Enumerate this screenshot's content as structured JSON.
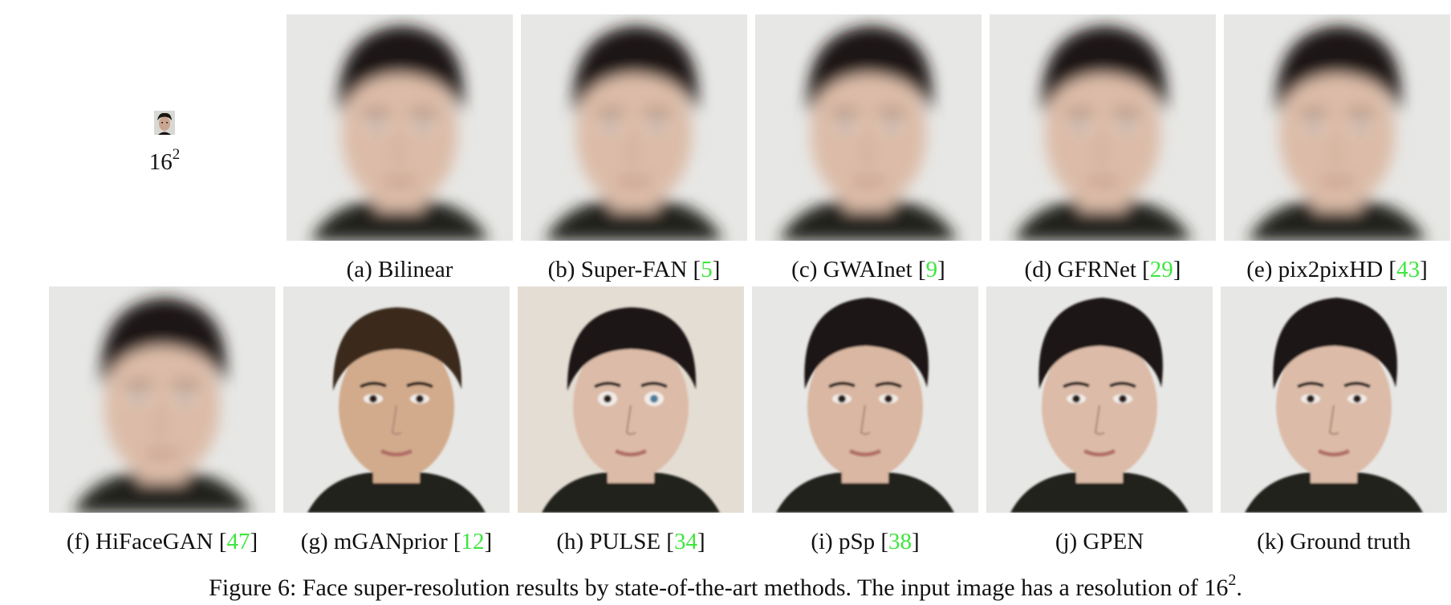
{
  "input": {
    "label_base": "16",
    "label_exp": "2"
  },
  "panels": [
    {
      "id": "a",
      "prefix": "(a) Bilinear",
      "cite": "",
      "suffix": "",
      "style": "blur"
    },
    {
      "id": "b",
      "prefix": "(b) Super-FAN [",
      "cite": "5",
      "suffix": "]",
      "style": "blur"
    },
    {
      "id": "c",
      "prefix": "(c) GWAInet [",
      "cite": "9",
      "suffix": "]",
      "style": "blur"
    },
    {
      "id": "d",
      "prefix": "(d) GFRNet [",
      "cite": "29",
      "suffix": "]",
      "style": "blur"
    },
    {
      "id": "e",
      "prefix": "(e) pix2pixHD [",
      "cite": "43",
      "suffix": "]",
      "style": "blur-eyes"
    },
    {
      "id": "f",
      "prefix": "(f) HiFaceGAN [",
      "cite": "47",
      "suffix": "]",
      "style": "blur-eyes"
    },
    {
      "id": "g",
      "prefix": "(g) mGANprior [",
      "cite": "12",
      "suffix": "]",
      "style": "sharp-old"
    },
    {
      "id": "h",
      "prefix": "(h) PULSE [",
      "cite": "34",
      "suffix": "]",
      "style": "sharp-wide"
    },
    {
      "id": "i",
      "prefix": "(i) pSp [",
      "cite": "38",
      "suffix": "]",
      "style": "sharp-male"
    },
    {
      "id": "j",
      "prefix": "(j) GPEN",
      "cite": "",
      "suffix": "",
      "style": "sharp-female"
    },
    {
      "id": "k",
      "prefix": "(k) Ground truth",
      "cite": "",
      "suffix": "",
      "style": "sharp-female"
    }
  ],
  "caption": {
    "text": "Figure 6: Face super-resolution results by state-of-the-art methods. The input image has a resolution of 16",
    "exp": "2",
    "end": "."
  },
  "colors": {
    "citation": "#3ee63e",
    "hair": "#1b1512",
    "skin": "#d8b9a5",
    "background": "#e9e9e7"
  }
}
